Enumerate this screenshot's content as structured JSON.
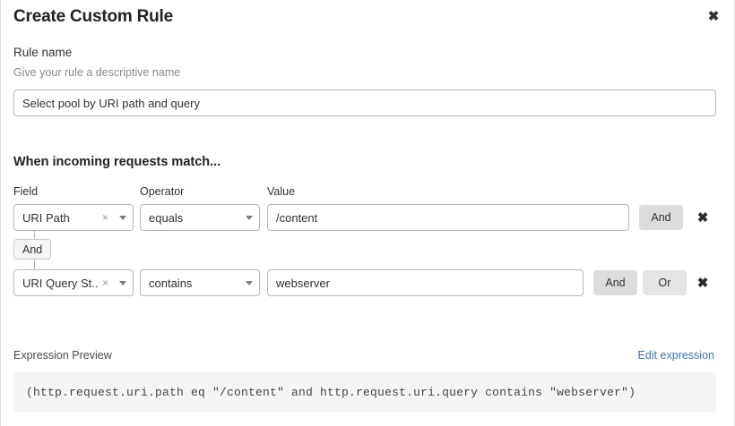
{
  "dialog": {
    "title": "Create Custom Rule",
    "close_icon": "close-icon"
  },
  "rule_name": {
    "label": "Rule name",
    "help": "Give your rule a descriptive name",
    "value": "Select pool by URI path and query",
    "placeholder": "Rule name"
  },
  "conditions": {
    "heading": "When incoming requests match...",
    "columns": {
      "field": "Field",
      "operator": "Operator",
      "value": "Value"
    },
    "connector": {
      "label": "And"
    },
    "rows": [
      {
        "field": "URI Path",
        "field_clear_icon": "×",
        "operator": "equals",
        "value": "/content",
        "value_placeholder": "Value",
        "logic_buttons": [
          {
            "label": "And",
            "selected": true
          }
        ],
        "remove_icon": "✕"
      },
      {
        "field": "URI Query St...",
        "field_clear_icon": "×",
        "operator": "contains",
        "value": "webserver",
        "value_placeholder": "Value",
        "logic_buttons": [
          {
            "label": "And",
            "selected": true
          },
          {
            "label": "Or",
            "selected": false
          }
        ],
        "remove_icon": "✕"
      }
    ]
  },
  "expression": {
    "label": "Expression Preview",
    "edit_link": "Edit expression",
    "text": "(http.request.uri.path eq \"/content\" and http.request.uri.query contains \"webserver\")"
  },
  "colors": {
    "link": "#3b77af",
    "border": "#b6b6b6",
    "button_selected": "#dcdcdc",
    "button_idle": "#e4e4e4",
    "preview_bg": "#f4f5f6"
  }
}
